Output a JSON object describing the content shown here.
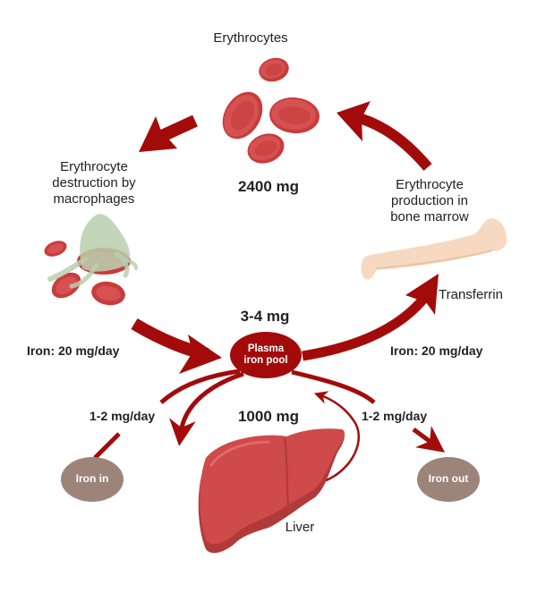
{
  "colors": {
    "arrow": "#a30b0b",
    "rbc": "#d24a4a",
    "rbc_dark": "#b83838",
    "rbc_light": "#e07272",
    "liver": "#cf4a4a",
    "liver_dark": "#b03a3a",
    "liver_light": "#e06a6a",
    "bone": "#f7d9c2",
    "bone_dark": "#ecc2a3",
    "macrophage": "#b9cfae",
    "node_brown": "#9c8479",
    "plasma_pool": "#a30b0b"
  },
  "labels": {
    "erythrocytes": "Erythrocytes",
    "erythrocytes_amount": "2400 mg",
    "destruction": [
      "Erythrocyte",
      "destruction by",
      "macrophages"
    ],
    "production": [
      "Erythrocyte",
      "production in",
      "bone marrow"
    ],
    "transferrin": "Transferrin",
    "pool_amount": "3-4 mg",
    "pool": [
      "Plasma",
      "iron pool"
    ],
    "iron_in_left": "Iron: 20 mg/day",
    "iron_out_right": "Iron: 20 mg/day",
    "absorb_rate": "1-2 mg/day",
    "loss_rate": "1-2 mg/day",
    "liver_amount": "1000 mg",
    "liver": "Liver",
    "iron_in": "Iron in",
    "iron_out": "Iron out"
  }
}
